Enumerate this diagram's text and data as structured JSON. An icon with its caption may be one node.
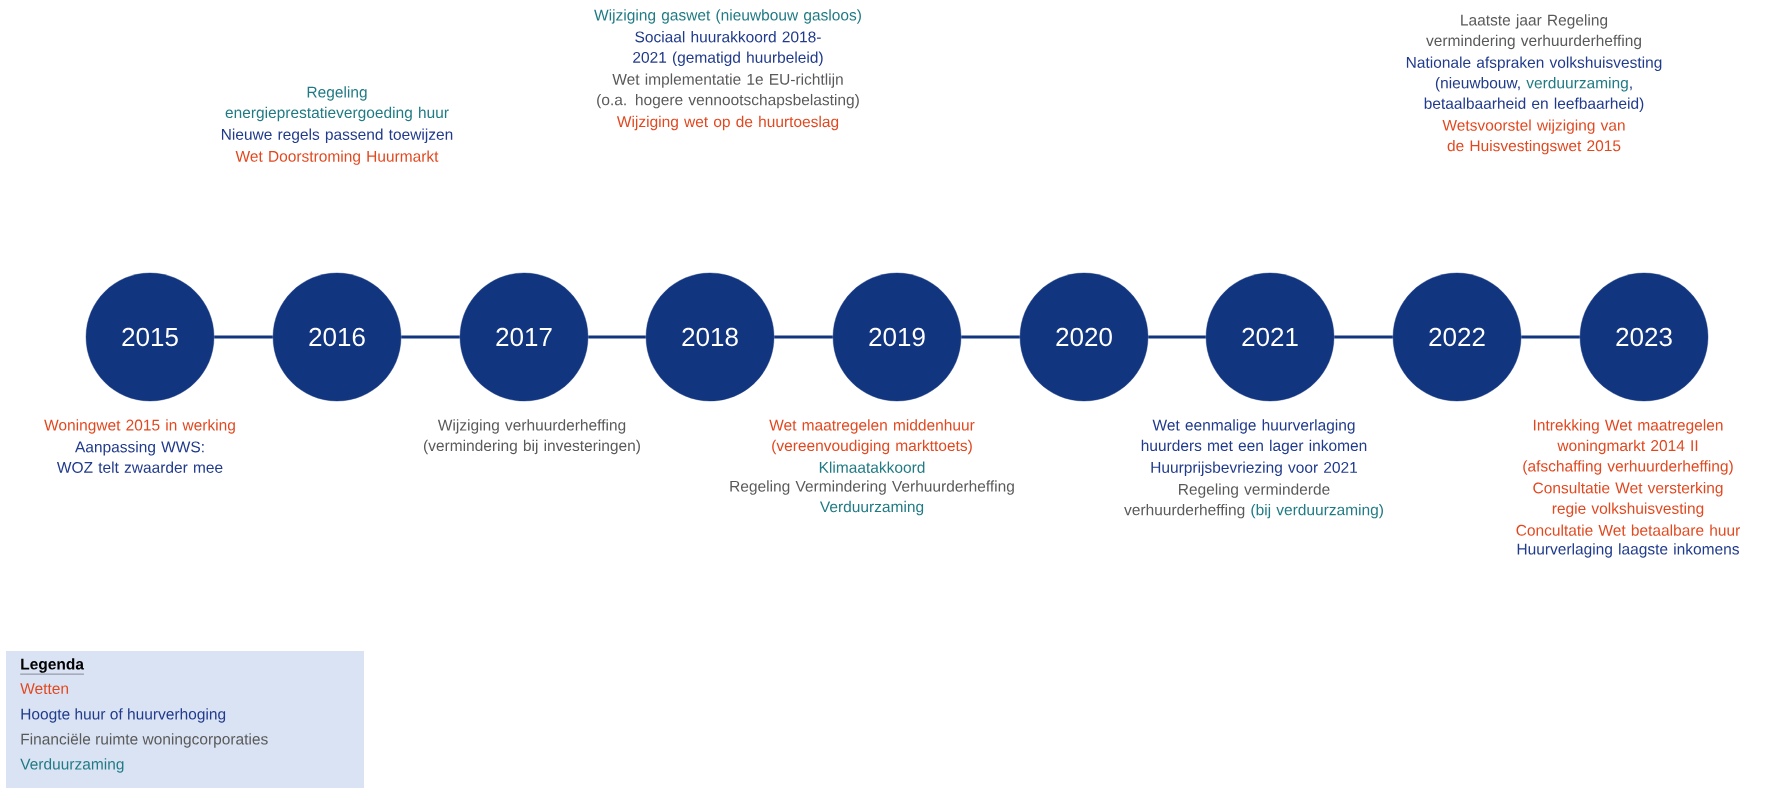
{
  "diagram": {
    "nodes": [
      {
        "text": [
          "2015"
        ]
      },
      {
        "text": [
          "2016"
        ]
      },
      {
        "text": [
          "2017"
        ]
      },
      {
        "text": [
          "2018"
        ]
      },
      {
        "text": [
          "2019"
        ]
      },
      {
        "text": [
          "2020"
        ]
      },
      {
        "text": [
          "2021"
        ]
      },
      {
        "text": [
          "2022"
        ]
      },
      {
        "text": [
          "2023"
        ]
      }
    ],
    "edges": [
      {
        "from": 0,
        "to": 1,
        "arrow": "none"
      },
      {
        "from": 1,
        "to": 2,
        "arrow": "none"
      },
      {
        "from": 2,
        "to": 3,
        "arrow": "none"
      },
      {
        "from": 3,
        "to": 4,
        "arrow": "none"
      },
      {
        "from": 4,
        "to": 5,
        "arrow": "none"
      },
      {
        "from": 5,
        "to": 6,
        "arrow": "none"
      },
      {
        "from": 6,
        "to": 7,
        "arrow": "none"
      },
      {
        "from": 7,
        "to": 8,
        "arrow": "none"
      }
    ],
    "labels": [
      "Regeling energieprestatievergoeding huur",
      "Nieuwe regels passend toewijzen",
      "Wet Doorstroming Huurmarkt",
      "Wijziging gaswet (nieuwbouw gasloos)",
      "Sociaal huurakkoord 2018-2021 (gematigd huurbeleid)",
      "Wet implementatie 1e EU-richtlijn (o.a. hogere vennootschapsbelasting)",
      "Wijziging wet op de huurtoeslag",
      "Laatste jaar Regeling vermindering verhuurderheffing",
      "Nationale afspraken volkshuisvesting (nieuwbouw,",
      "verduurzaming",
      ", betaalbaarheid en leefbaarheid)",
      "Wetsvoorstel wijziging van de Huisvestingswet 2015",
      "Woningwet 2015 in werking",
      "Aanpassing WWS: WOZ telt zwaarder mee",
      "Wijziging verhuurderheffing (vermindering bij investeringen)",
      "Wet maatregelen middenhuur (vereenvoudiging markttoets)",
      "Klimaatakkoord",
      "Regeling Vermindering Verhuurderheffing",
      "Verduurzaming",
      "Wet eenmalige huurverlaging huurders met een lager inkomen",
      "Huurprijsbevriezing voor 2021",
      "Regeling verminderde verhuurderheffing",
      "(bij verduurzaming)",
      "Intrekking Wet maatregelen woningmarkt 2014 II (afschaffing verhuurderheffing)",
      "Consultatie Wet versterking regie volkshuisvesting",
      "Concultatie Wet betaalbare huur",
      "Huurverlaging laagste inkomens",
      "Legenda"
    ],
    "legend": [
      {
        "text": "Wetten",
        "color": "#e2471e"
      },
      {
        "text": "Hoogte huur of huurverhoging",
        "color": "#203a8c"
      },
      {
        "text": "Financiële ruimte woningcorporaties",
        "color": "#595959"
      },
      {
        "text": "Verduurzaming",
        "color": "#1f7a84"
      }
    ]
  }
}
